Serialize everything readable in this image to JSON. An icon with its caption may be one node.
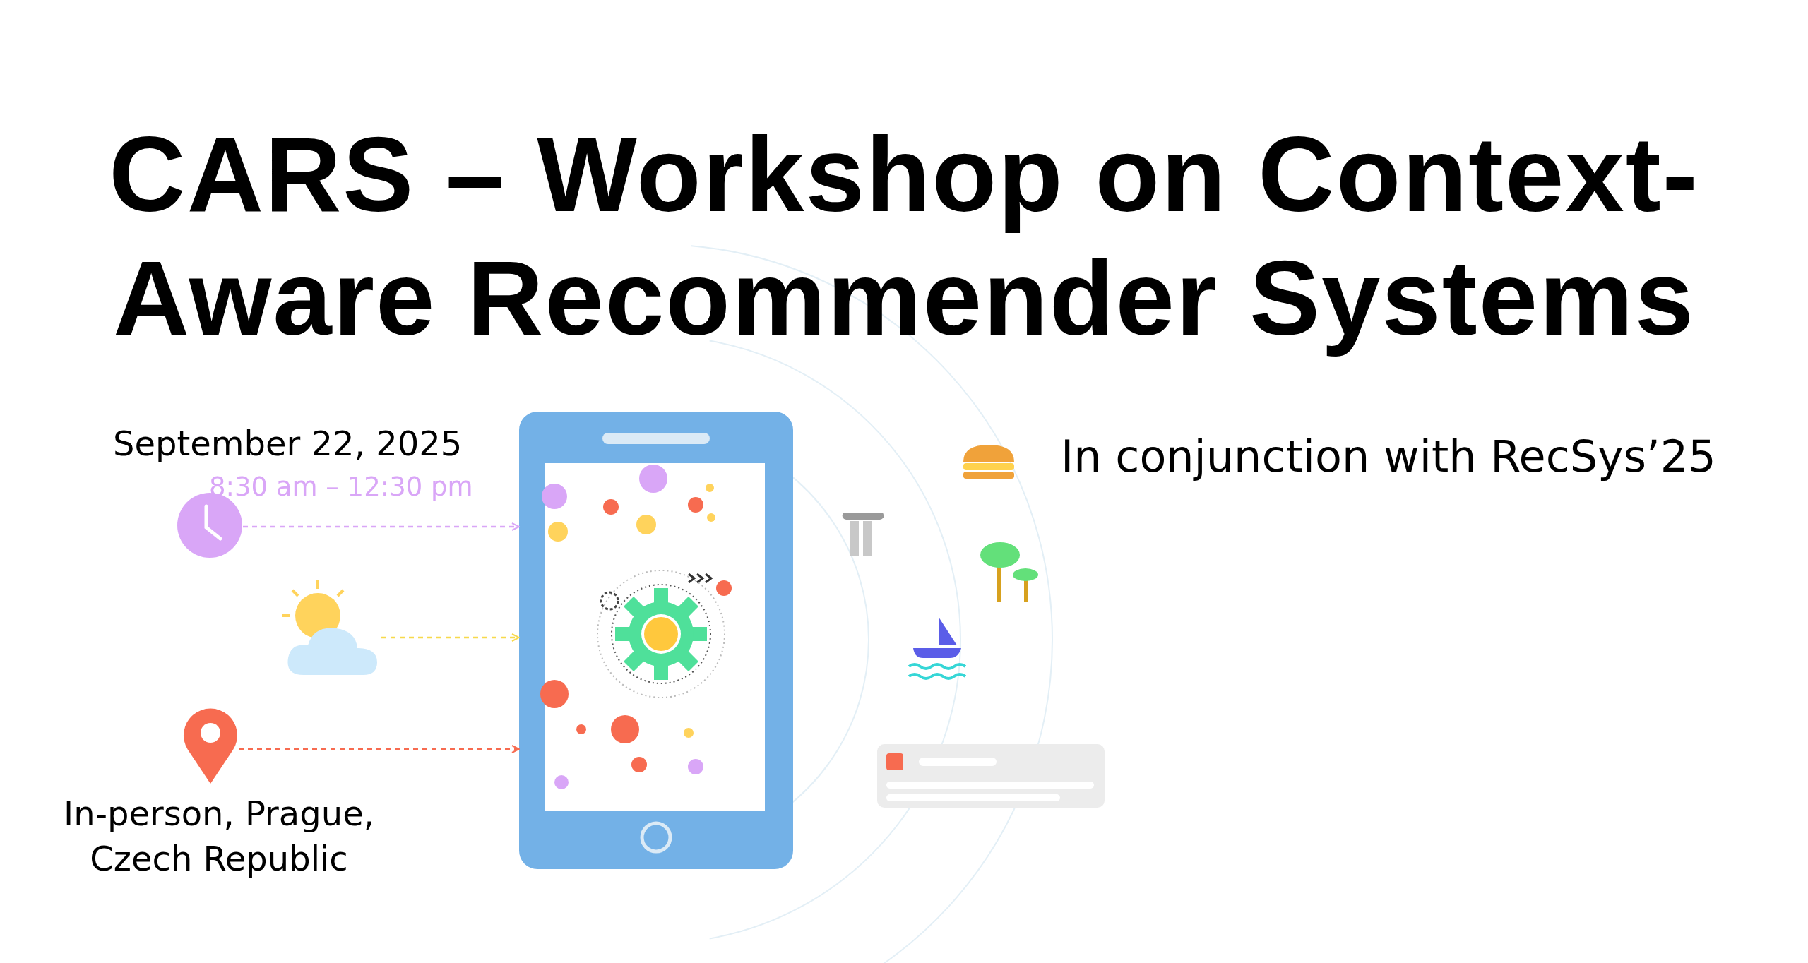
{
  "diagram": {
    "title": "CARS – Workshop on Context-Aware Recommender Systems",
    "nodes": [
      {
        "text": [],
        "shape": "picture"
      },
      {
        "text": [],
        "shape": "picture"
      },
      {
        "text": [],
        "shape": "picture"
      },
      {
        "text": [],
        "shape": "picture"
      }
    ],
    "edges": [
      {
        "from": 0,
        "to": 3,
        "arrow": "to",
        "style": "dashed",
        "color": "#d9a6f7"
      },
      {
        "from": 1,
        "to": 3,
        "arrow": "to",
        "style": "dashed",
        "color": "#f7d94c"
      },
      {
        "from": 2,
        "to": 3,
        "arrow": "to",
        "style": "dashed",
        "color": "#f76b50"
      }
    ],
    "labels": [
      "September 22, 2025",
      "8:30 am – 12:30 pm",
      "In conjunction with RecSys’25",
      "In-person, Prague, Czech Republic"
    ]
  }
}
